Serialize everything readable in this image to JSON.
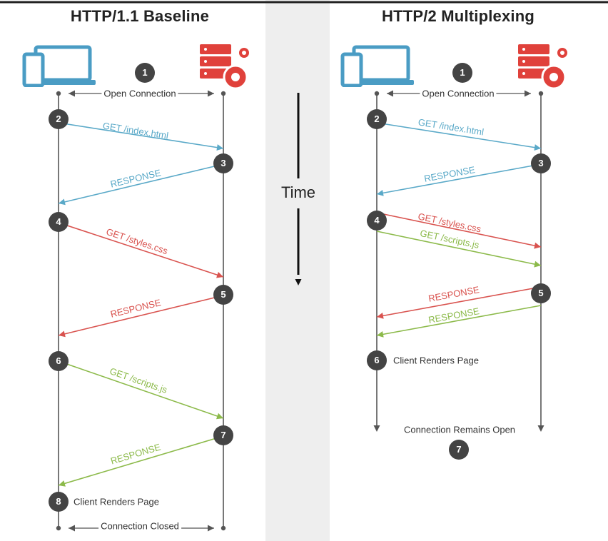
{
  "left": {
    "title": "HTTP/1.1 Baseline",
    "open_connection": "Open Connection",
    "closed": "Connection Closed",
    "client_renders": "Client Renders Page",
    "messages": [
      {
        "text": "GET /index.html",
        "color": "#5aa9c8"
      },
      {
        "text": "RESPONSE",
        "color": "#5aa9c8"
      },
      {
        "text": "GET /styles.css",
        "color": "#d9534f"
      },
      {
        "text": "RESPONSE",
        "color": "#d9534f"
      },
      {
        "text": "GET /scripts.js",
        "color": "#8cba4a"
      },
      {
        "text": "RESPONSE",
        "color": "#8cba4a"
      }
    ],
    "steps": [
      "1",
      "2",
      "3",
      "4",
      "5",
      "6",
      "7",
      "8"
    ]
  },
  "right": {
    "title": "HTTP/2 Multiplexing",
    "open_connection": "Open Connection",
    "remains_open": "Connection Remains Open",
    "client_renders": "Client Renders Page",
    "messages": [
      {
        "text": "GET /index.html",
        "color": "#5aa9c8"
      },
      {
        "text": "RESPONSE",
        "color": "#5aa9c8"
      },
      {
        "text": "GET /styles.css",
        "color": "#d9534f"
      },
      {
        "text": "GET /scripts.js",
        "color": "#8cba4a"
      },
      {
        "text": "RESPONSE",
        "color": "#d9534f"
      },
      {
        "text": "RESPONSE",
        "color": "#8cba4a"
      }
    ],
    "steps": [
      "1",
      "2",
      "3",
      "4",
      "5",
      "6",
      "7"
    ]
  },
  "time_label": "Time",
  "icons": {
    "client": "laptop-phone-icon",
    "server": "server-gear-icon"
  },
  "colors": {
    "client_icon": "#4a9cc4",
    "server_icon": "#e0413b",
    "badge": "#444444",
    "timeline": "#555555",
    "center_band": "#eeeeee"
  }
}
